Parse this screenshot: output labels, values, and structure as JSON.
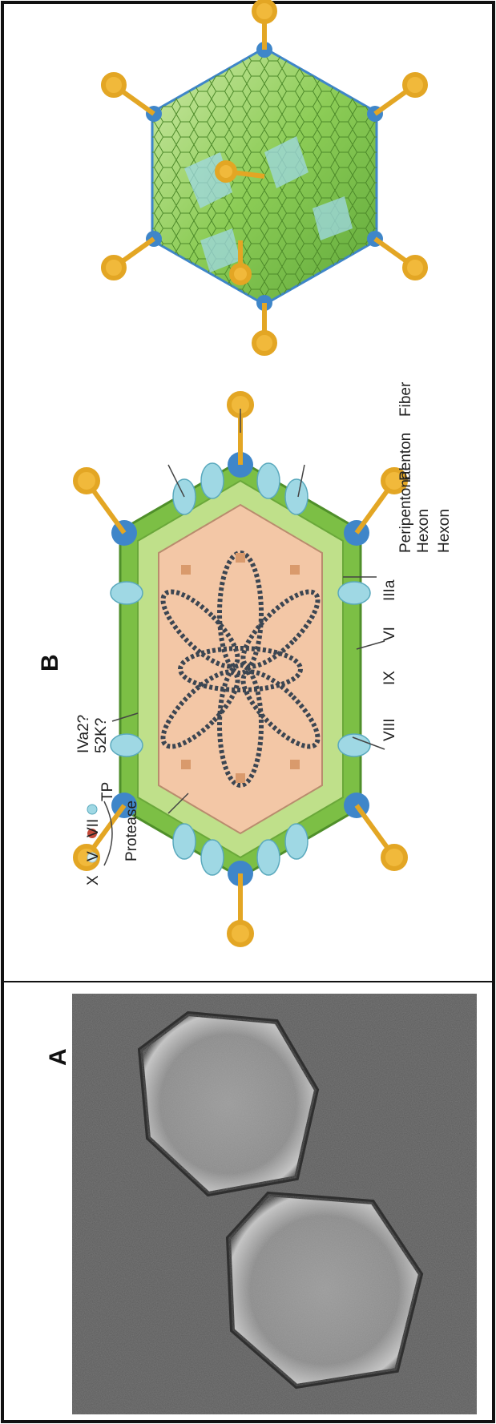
{
  "panel_a": {
    "letter": "A"
  },
  "panel_b": {
    "letter": "B",
    "labels": {
      "fiber": "Fiber",
      "penton": "Penton",
      "peripentonal_hexon_1": "Peripentonal",
      "peripentonal_hexon_2": "Hexon",
      "hexon": "Hexon",
      "iiia": "IIIa",
      "vi": "VI",
      "ix": "IX",
      "viii": "VIII",
      "k52": "52K?",
      "iva2": "IVa2?",
      "tp": "TP",
      "protease": "Protease",
      "x": "X",
      "v": "V",
      "vii": "VII"
    }
  },
  "colors": {
    "frame": "#111111",
    "core": "#f3c7a6",
    "green": "#7cbf45",
    "light_green": "#bfe08a",
    "cyan": "#9fd8e4",
    "blue": "#3f86c9",
    "fiber": "#f1b93b",
    "dna": "#3c4652"
  }
}
